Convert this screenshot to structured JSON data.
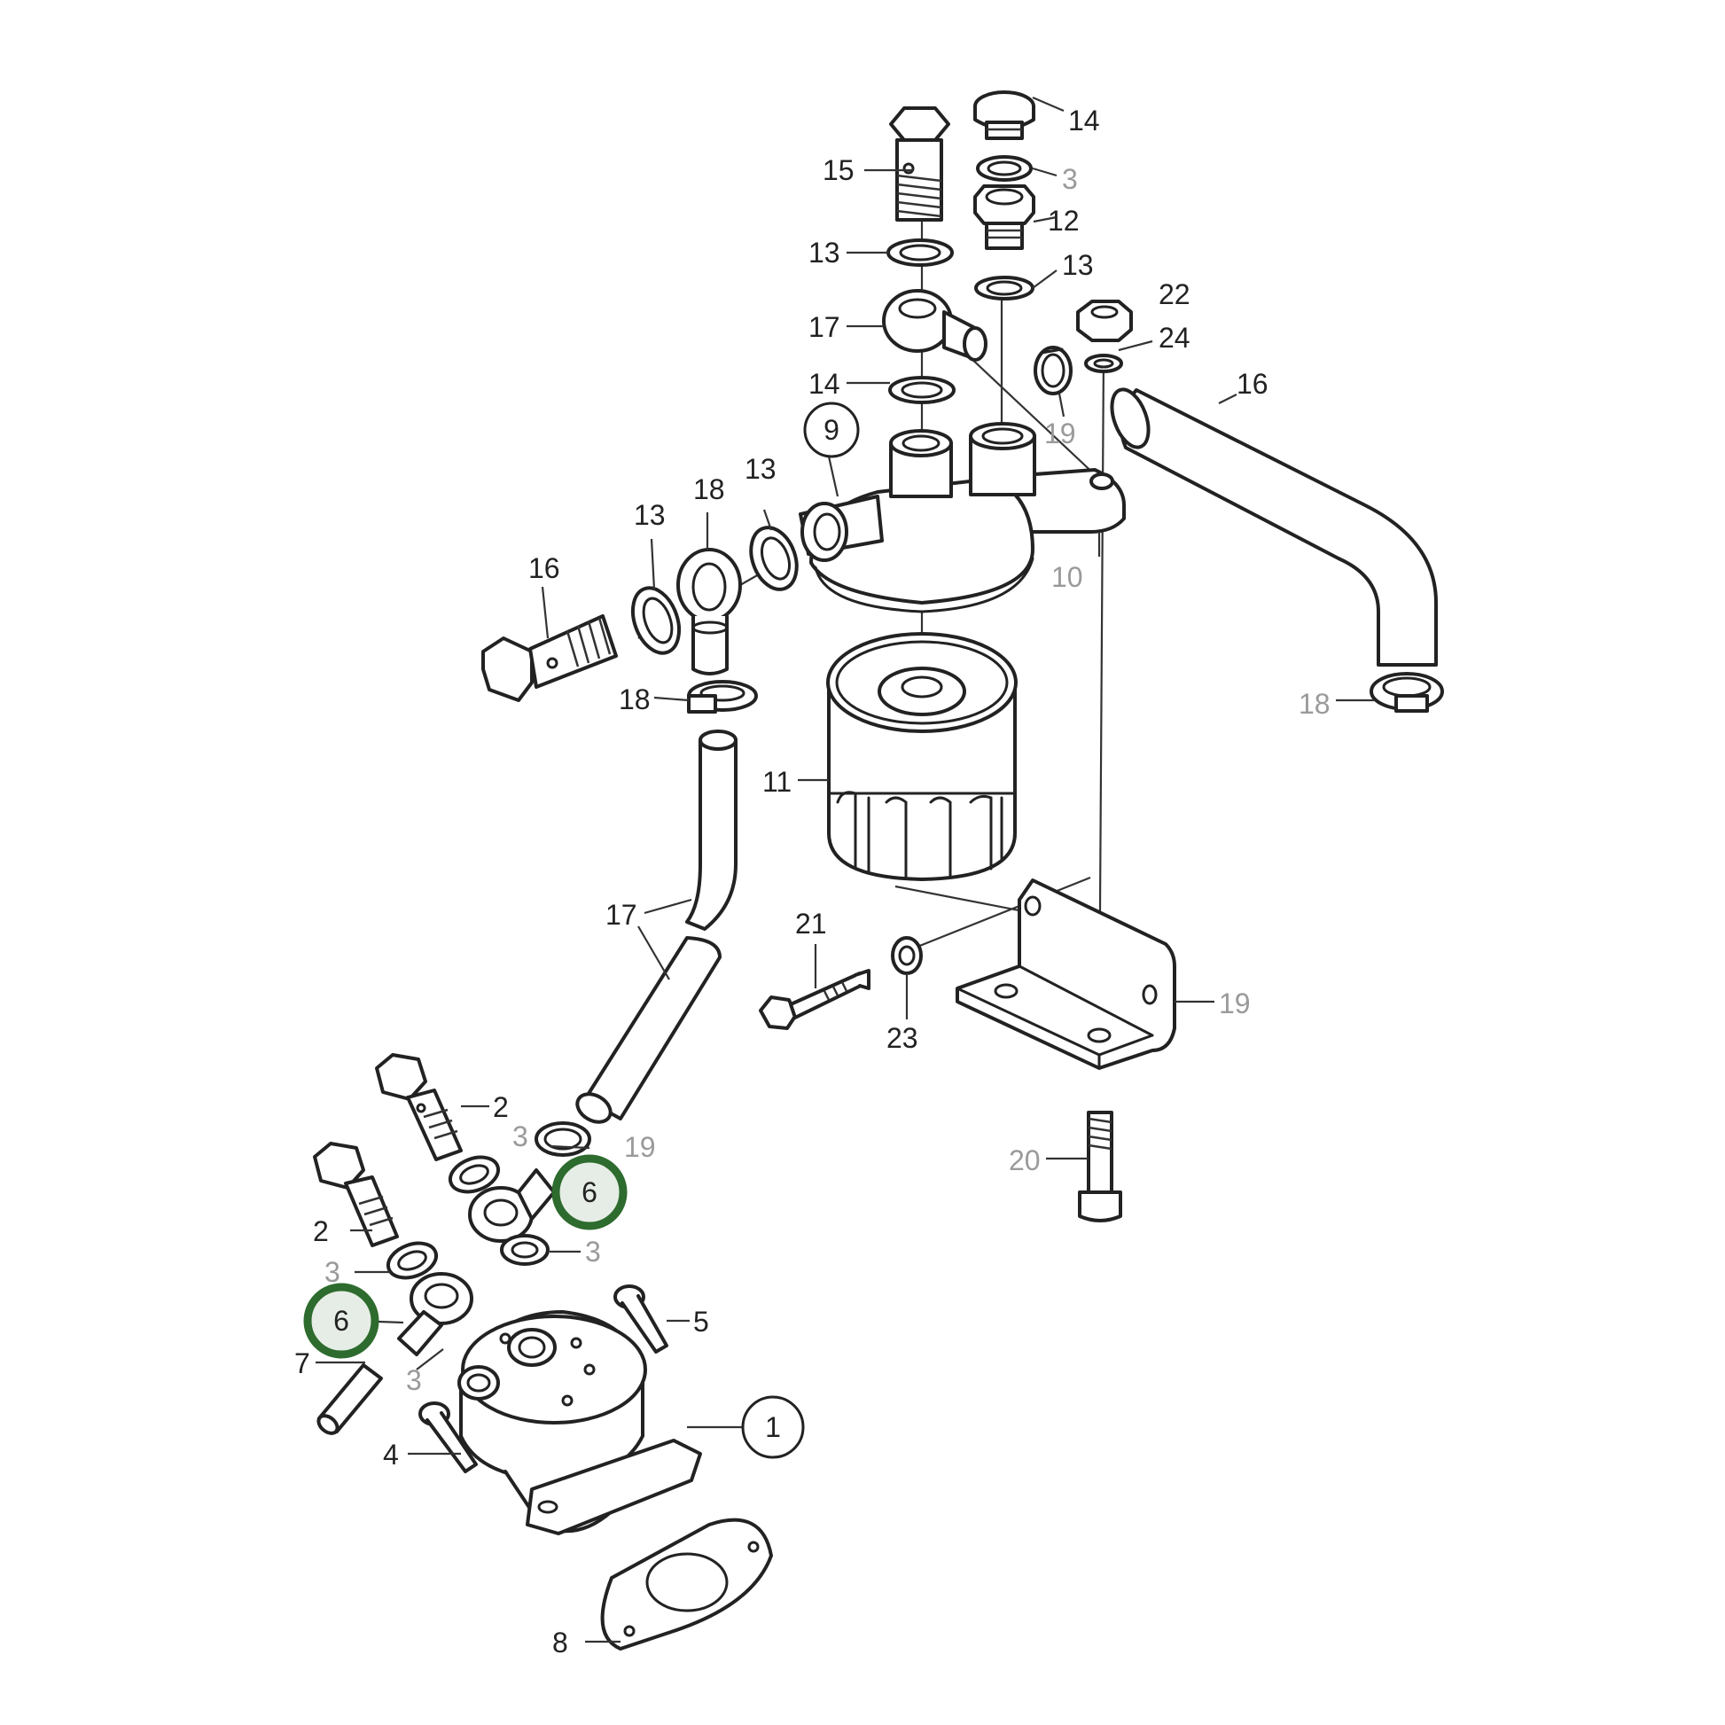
{
  "diagram": {
    "labels": {
      "l14a": "14",
      "l3a": "3",
      "l15": "15",
      "l12": "12",
      "l13a": "13",
      "l13b": "13",
      "l22": "22",
      "l17a": "17",
      "l24": "24",
      "l14b": "14",
      "l16a": "16",
      "l19a": "19",
      "l9": "9",
      "l13c": "13",
      "l18a": "18",
      "l13d": "13",
      "l10": "10",
      "l16b": "16",
      "l18b": "18",
      "l18c": "18",
      "l11": "11",
      "l17b": "17",
      "l21": "21",
      "l19b": "19",
      "l23": "23",
      "l2a": "2",
      "l3b": "3",
      "l19c": "19",
      "l6a": "6",
      "l20": "20",
      "l2b": "2",
      "l3c": "3",
      "l3d": "3",
      "l6b": "6",
      "l5": "5",
      "l7": "7",
      "l3e": "3",
      "l1": "1",
      "l4": "4",
      "l8": "8"
    },
    "colors": {
      "highlight": "#2e6b2e",
      "line": "#222222",
      "muted_label": "#9a9a9a"
    }
  }
}
